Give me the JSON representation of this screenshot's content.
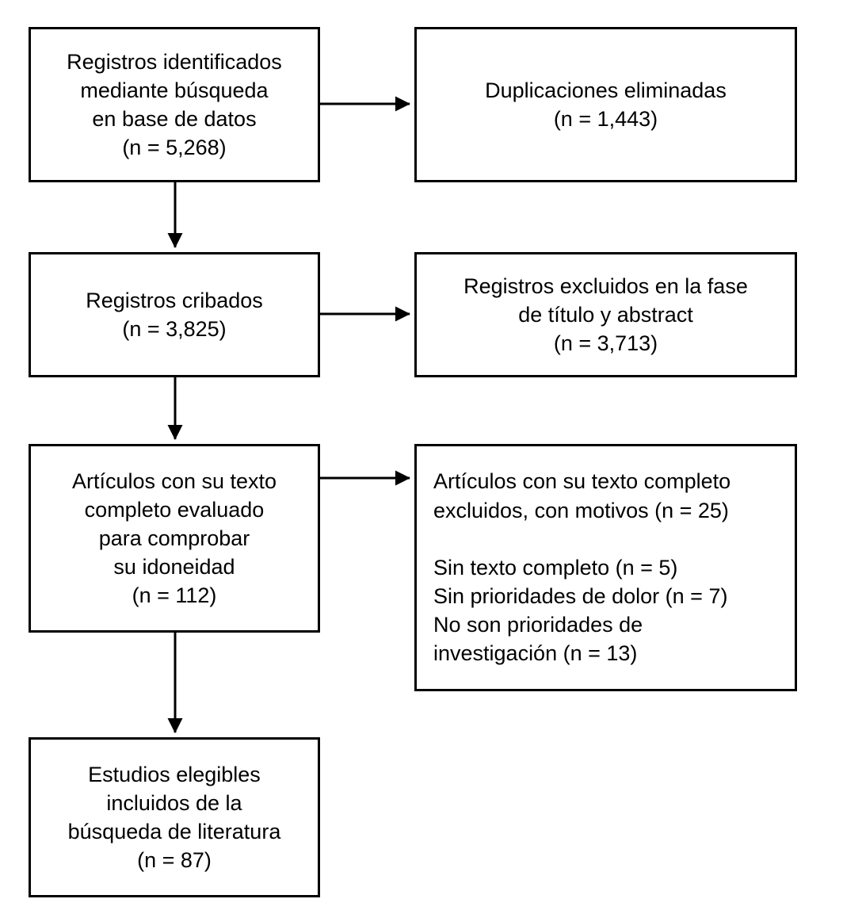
{
  "boxes": {
    "identified": "Registros identificados\nmediante búsqueda\nen base de datos\n(n = 5,268)",
    "duplicates_removed": "Duplicaciones eliminadas\n(n = 1,443)",
    "screened": "Registros cribados\n(n = 3,825)",
    "excluded_title_abstract": "Registros excluidos en la fase\nde título y abstract\n(n = 3,713)",
    "fulltext_assessed": "Artículos con su texto\ncompleto evaluado\npara comprobar\nsu idoneidad\n(n = 112)",
    "fulltext_excluded": "Artículos con su texto completo\nexcluidos, con motivos (n = 25)\n\nSin texto completo (n = 5)\nSin prioridades de dolor (n = 7)\nNo son prioridades de\ninvestigación (n = 13)",
    "included": "Estudios elegibles\nincluidos de la\nbúsqueda de literatura\n(n = 87)"
  },
  "colors": {
    "border": "#000000",
    "background": "#ffffff",
    "text": "#000000"
  }
}
